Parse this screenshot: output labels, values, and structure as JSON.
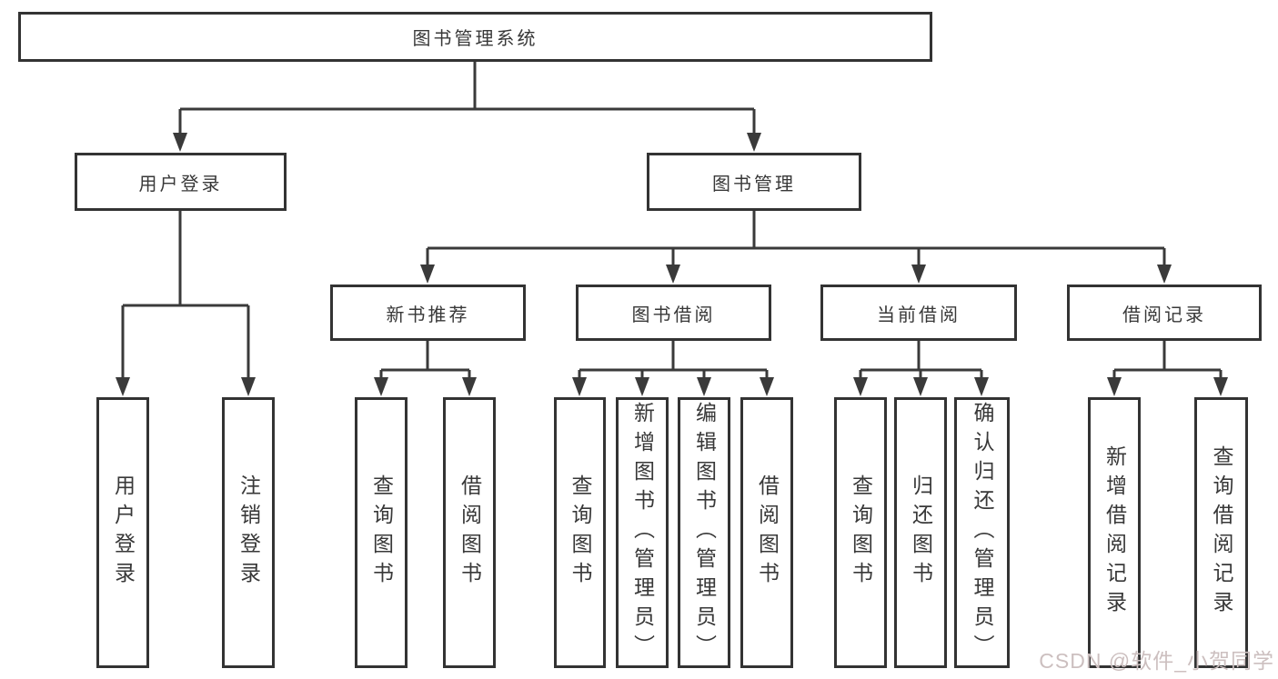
{
  "colors": {
    "line": "#3a3a3a",
    "box_border": "#333333",
    "text": "#383838",
    "watermark": "#ccbfbf",
    "background": "#ffffff"
  },
  "nodes": {
    "root": {
      "label": "图书管理系统"
    },
    "userLogin": {
      "label": "用户登录"
    },
    "bookMgmt": {
      "label": "图书管理"
    },
    "newBookRec": {
      "label": "新书推荐"
    },
    "bookBorrow": {
      "label": "图书借阅"
    },
    "currentBorrow": {
      "label": "当前借阅"
    },
    "borrowRecords": {
      "label": "借阅记录"
    },
    "leafUserLogin": {
      "label": "用户登录"
    },
    "leafLogout": {
      "label": "注销登录"
    },
    "leafQueryBook1": {
      "label": "查询图书"
    },
    "leafBorrowBook1": {
      "label": "借阅图书"
    },
    "leafQueryBook2": {
      "label": "查询图书"
    },
    "leafAddBook": {
      "label": "新增图书（管理员）"
    },
    "leafEditBook": {
      "label": "编辑图书（管理员）"
    },
    "leafBorrowBook2": {
      "label": "借阅图书"
    },
    "leafQueryBook3": {
      "label": "查询图书"
    },
    "leafReturnBook": {
      "label": "归还图书"
    },
    "leafConfirmReturn": {
      "label": "确认归还（管理员）"
    },
    "leafAddBorrowRecord": {
      "label": "新增借阅记录"
    },
    "leafQueryBorrowRecord": {
      "label": "查询借阅记录"
    }
  },
  "edges": [
    [
      "图书管理系统",
      "用户登录"
    ],
    [
      "图书管理系统",
      "图书管理"
    ],
    [
      "用户登录",
      "用户登录"
    ],
    [
      "用户登录",
      "注销登录"
    ],
    [
      "图书管理",
      "新书推荐"
    ],
    [
      "图书管理",
      "图书借阅"
    ],
    [
      "图书管理",
      "当前借阅"
    ],
    [
      "图书管理",
      "借阅记录"
    ],
    [
      "新书推荐",
      "查询图书"
    ],
    [
      "新书推荐",
      "借阅图书"
    ],
    [
      "图书借阅",
      "查询图书"
    ],
    [
      "图书借阅",
      "新增图书（管理员）"
    ],
    [
      "图书借阅",
      "编辑图书（管理员）"
    ],
    [
      "图书借阅",
      "借阅图书"
    ],
    [
      "当前借阅",
      "查询图书"
    ],
    [
      "当前借阅",
      "归还图书"
    ],
    [
      "当前借阅",
      "确认归还（管理员）"
    ],
    [
      "借阅记录",
      "新增借阅记录"
    ],
    [
      "借阅记录",
      "查询借阅记录"
    ]
  ],
  "watermark": {
    "text": "CSDN @软件_小贺同学"
  }
}
